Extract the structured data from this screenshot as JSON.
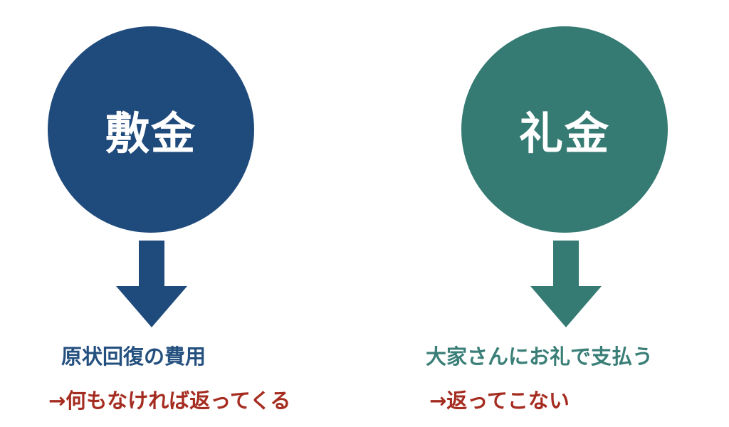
{
  "left": {
    "title": "敷金",
    "description": "原状回復の費用",
    "result": "→何もなければ返ってくる",
    "color": "#1f4a7c"
  },
  "right": {
    "title": "礼金",
    "description": "大家さんにお礼で支払う",
    "result": "→返ってこない",
    "color": "#357a73"
  },
  "result_color": "#a52c20"
}
